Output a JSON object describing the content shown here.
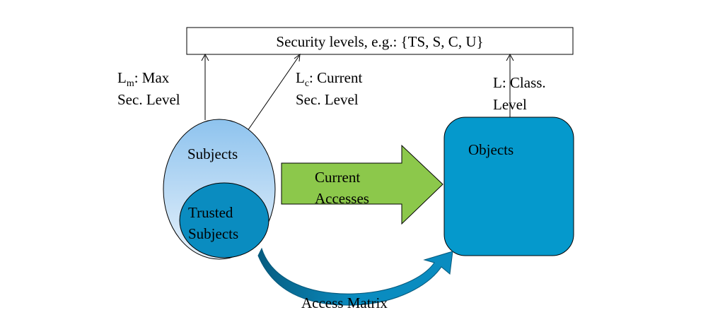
{
  "security_box": {
    "label": "Security levels, e.g.: {TS, S, C, U}"
  },
  "label_lm": {
    "base": "L",
    "sub": "m",
    "rest": ": Max",
    "line2": "Sec. Level"
  },
  "label_lc": {
    "base": "L",
    "sub": "c",
    "rest": ": Current",
    "line2": "Sec. Level"
  },
  "label_l": {
    "line1": "L:  Class.",
    "line2": "Level"
  },
  "subjects": {
    "label": "Subjects"
  },
  "trusted_subjects": {
    "line1": "Trusted",
    "line2": "Subjects"
  },
  "current_accesses": {
    "line1": "Current",
    "line2": "Accesses"
  },
  "objects": {
    "label": "Objects"
  },
  "access_matrix": {
    "label": "Access Matrix"
  },
  "colors": {
    "subjects_top": "#8ec3ee",
    "subjects_bottom": "#e6f1fb",
    "trusted_fill": "#0a8cc0",
    "objects_fill": "#0599cc",
    "arrow_green": "#8cc84b",
    "arrow_curve": "#0088bb",
    "arrow_curve_dark": "#075c80"
  }
}
